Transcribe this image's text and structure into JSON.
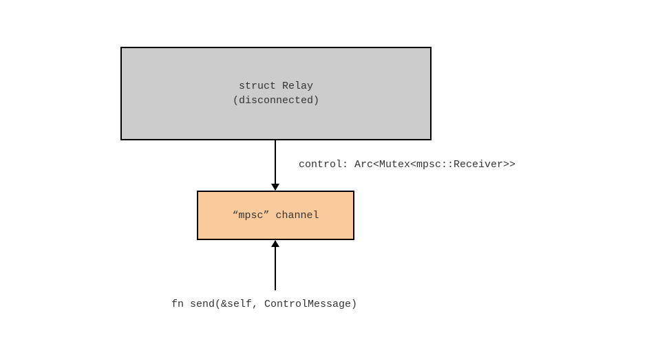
{
  "diagram": {
    "relay": {
      "line1": "struct Relay",
      "line2": "(disconnected)",
      "fill": "#cccccc"
    },
    "channel": {
      "label": "“mpsc” channel",
      "fill": "#f9cb9c"
    },
    "control_edge": {
      "label": "control: Arc<Mutex<mpsc::Receiver>>"
    },
    "send_edge": {
      "label": "fn send(&self, ControlMessage)"
    }
  }
}
